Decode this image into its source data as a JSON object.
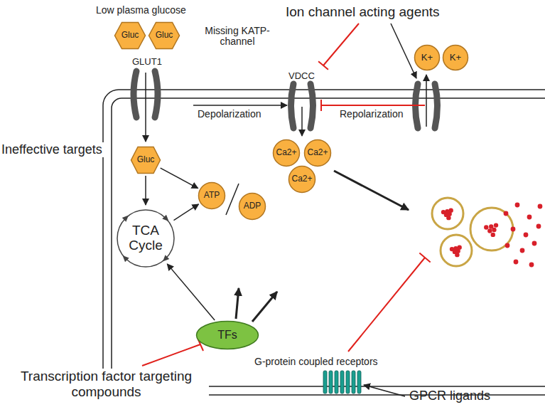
{
  "diagram": {
    "nodes": [
      {
        "text": [
          "Gluc"
        ]
      },
      {
        "text": [
          "Gluc"
        ]
      },
      {
        "text": [
          "K+"
        ]
      },
      {
        "text": [
          "K+"
        ]
      },
      {
        "text": [
          "Missing KATP-channel"
        ]
      },
      {
        "text": [
          "Gluc"
        ],
        "in": 4
      },
      {
        "text": [
          "ATP"
        ],
        "in": 4
      },
      {
        "text": [
          "ADP"
        ],
        "in": 4
      },
      {
        "text": [
          "TCA Cycle"
        ],
        "in": 4
      },
      {
        "text": [
          "Ca2+"
        ]
      },
      {
        "text": [
          "Ca2+"
        ]
      },
      {
        "text": [
          "Ca2+"
        ]
      },
      {
        "text": [
          "TFs"
        ]
      }
    ],
    "edges": [
      {
        "from": 5,
        "to": 8,
        "arrow": "to"
      },
      {
        "from": 5,
        "to": 6,
        "arrow": "to"
      },
      {
        "from": 8,
        "to": 6,
        "arrow": "to"
      },
      {
        "from": 12,
        "to": 8,
        "arrow": "to"
      }
    ],
    "labels": [
      "Low plasma glucose",
      "GLUT1",
      "Ion channel acting agents",
      "VDCC",
      "Ineffective targets",
      "Depolarization",
      "Repolarization",
      "G-protein coupled receptors",
      "Transcription factor targeting compounds",
      "GPCR ligands"
    ]
  }
}
